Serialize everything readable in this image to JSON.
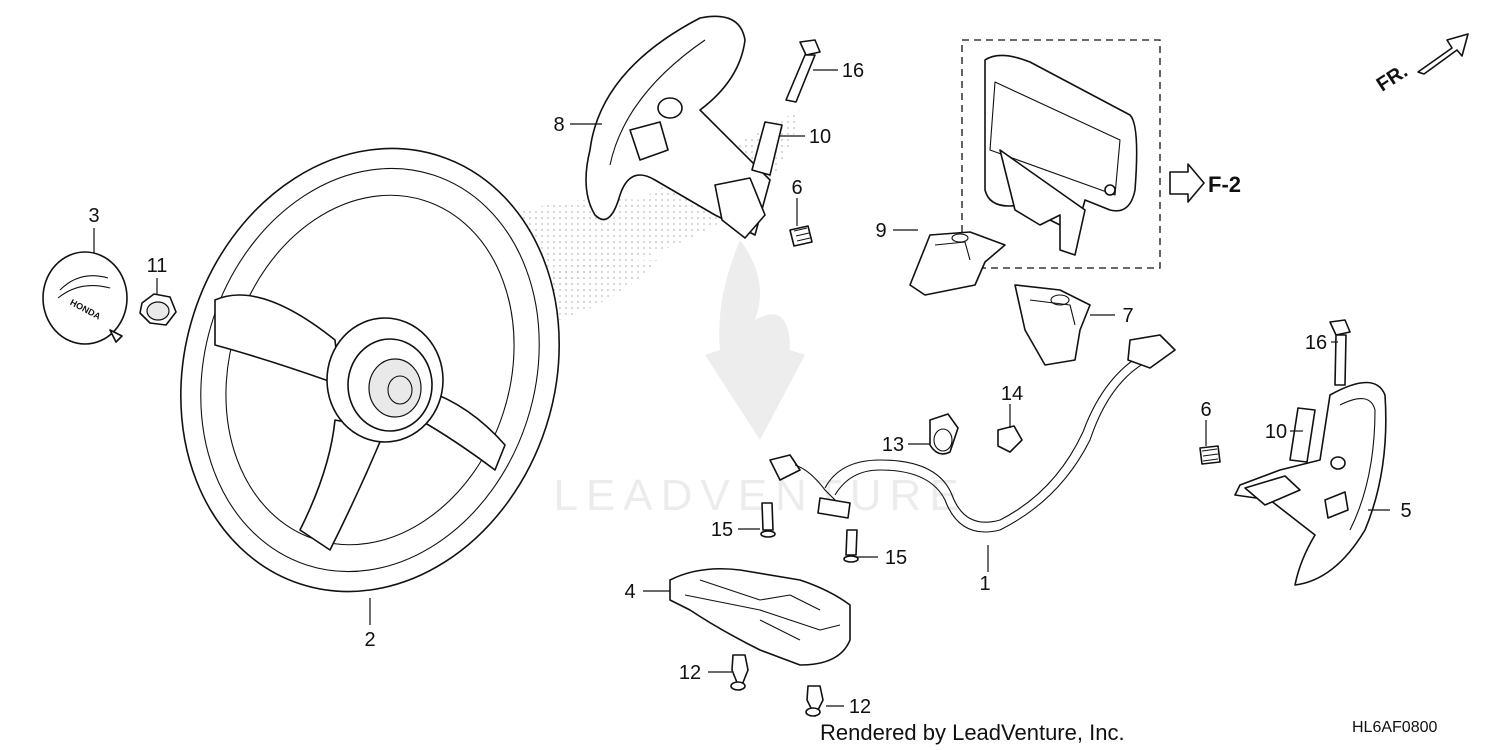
{
  "diagram": {
    "callouts": [
      {
        "id": "c1",
        "label": "1"
      },
      {
        "id": "c2",
        "label": "2"
      },
      {
        "id": "c3",
        "label": "3"
      },
      {
        "id": "c4",
        "label": "4"
      },
      {
        "id": "c5",
        "label": "5"
      },
      {
        "id": "c6a",
        "label": "6"
      },
      {
        "id": "c6b",
        "label": "6"
      },
      {
        "id": "c7",
        "label": "7"
      },
      {
        "id": "c8",
        "label": "8"
      },
      {
        "id": "c9",
        "label": "9"
      },
      {
        "id": "c10a",
        "label": "10"
      },
      {
        "id": "c10b",
        "label": "10"
      },
      {
        "id": "c11",
        "label": "11"
      },
      {
        "id": "c12a",
        "label": "12"
      },
      {
        "id": "c12b",
        "label": "12"
      },
      {
        "id": "c13",
        "label": "13"
      },
      {
        "id": "c14",
        "label": "14"
      },
      {
        "id": "c15a",
        "label": "15"
      },
      {
        "id": "c15b",
        "label": "15"
      },
      {
        "id": "c16a",
        "label": "16"
      },
      {
        "id": "c16b",
        "label": "16"
      }
    ],
    "reference_label": "F-2",
    "direction_label": "FR.",
    "emblem_text": "HONDA",
    "watermark_text": "LEADVENTURE",
    "footer_credit": "Rendered by LeadVenture, Inc.",
    "diagram_code": "HL6AF0800"
  }
}
